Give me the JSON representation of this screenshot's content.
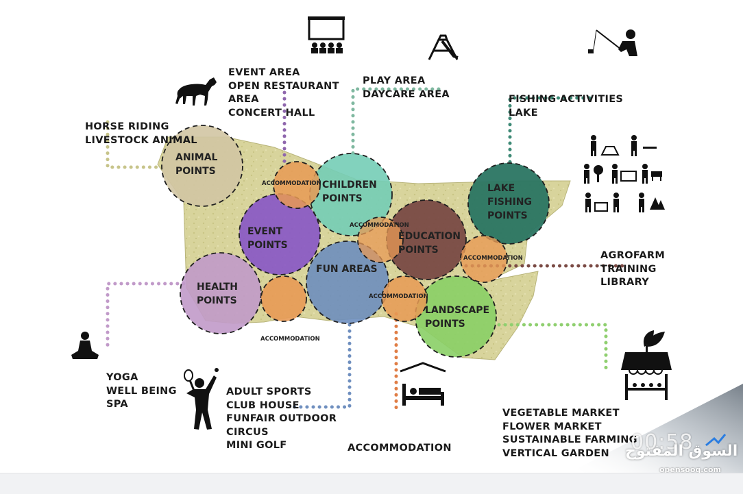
{
  "nodes": {
    "animal": [
      "ANIMAL",
      "POINTS"
    ],
    "children": [
      "CHILDREN",
      "POINTS"
    ],
    "event": [
      "EVENT",
      "POINTS"
    ],
    "education": [
      "EDUCATION",
      "POINTS"
    ],
    "lake": [
      "LAKE",
      "FISHING",
      "POINTS"
    ],
    "fun": [
      "FUN AREAS"
    ],
    "health": [
      "HEALTH",
      "POINTS"
    ],
    "landscape": [
      "LANDSCAPE",
      "POINTS"
    ]
  },
  "accommodation_circle_label": "ACCOMMODATION",
  "labels": {
    "event_area": [
      "EVENT AREA",
      "OPEN RESTAURANT",
      "AREA",
      "CONCERT HALL"
    ],
    "play_area": [
      "PLAY AREA",
      "DAYCARE AREA"
    ],
    "fishing": [
      "FISHING ACTIVITIES",
      "LAKE"
    ],
    "horse": [
      "HORSE RIDING",
      "LIVESTOCK ANIMAL"
    ],
    "agrofarm": [
      "AGROFARM",
      "TRAINING",
      "LIBRARY"
    ],
    "yoga": [
      "YOGA",
      "WELL BEING",
      "SPA"
    ],
    "sports": [
      "ADULT SPORTS",
      "CLUB HOUSE",
      "FUNFAIR OUTDOOR",
      "CIRCUS",
      "MINI GOLF"
    ],
    "accommodation": [
      "ACCOMMODATION"
    ],
    "market": [
      "VEGETABLE MARKET",
      "FLOWER MARKET",
      "SUSTAINABLE FARMING",
      "VERTICAL GARDEN"
    ]
  },
  "watermark": {
    "time": "00:58",
    "brand_ar": "السوق المفتوح",
    "brand_en": "opensooq.com"
  },
  "colors": {
    "site": "#d9d5a0",
    "animal": "#d6c9a6",
    "children": "#7fcfb8",
    "event": "#8a5cc4",
    "education": "#7a4a44",
    "lake": "#2f7a66",
    "fun": "#6f8fbf",
    "health": "#c19ac9",
    "landscape": "#8fcf6f",
    "accommodation": "#e89a55"
  },
  "icons": [
    "horse-icon",
    "stage-icon",
    "playground-icon",
    "fisherman-icon",
    "farmers-icon",
    "yoga-icon",
    "tennis-player-icon",
    "bed-icon",
    "market-stall-icon"
  ]
}
